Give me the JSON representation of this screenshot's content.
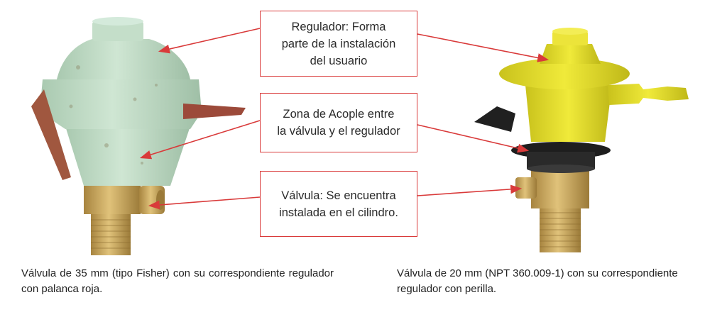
{
  "callouts": [
    {
      "lines": [
        "Regulador: Forma",
        "parte de la instalación",
        "del usuario"
      ]
    },
    {
      "lines": [
        "Zona de Acople entre",
        "la válvula y el regulador"
      ]
    },
    {
      "lines": [
        "Válvula: Se encuentra",
        "instalada en el cilindro."
      ]
    }
  ],
  "captions": {
    "left": "Válvula de 35 mm (tipo Fisher) con su correspondiente regulador con palanca roja.",
    "right": "Válvula de 20 mm (NPT 360.009-1) con su correspondiente regulador con perilla."
  },
  "colors": {
    "arrow": "#d93a3a",
    "green_regulator": "#bcd9c2",
    "yellow_regulator": "#e3dc2a",
    "brass": "#c9a45a"
  }
}
